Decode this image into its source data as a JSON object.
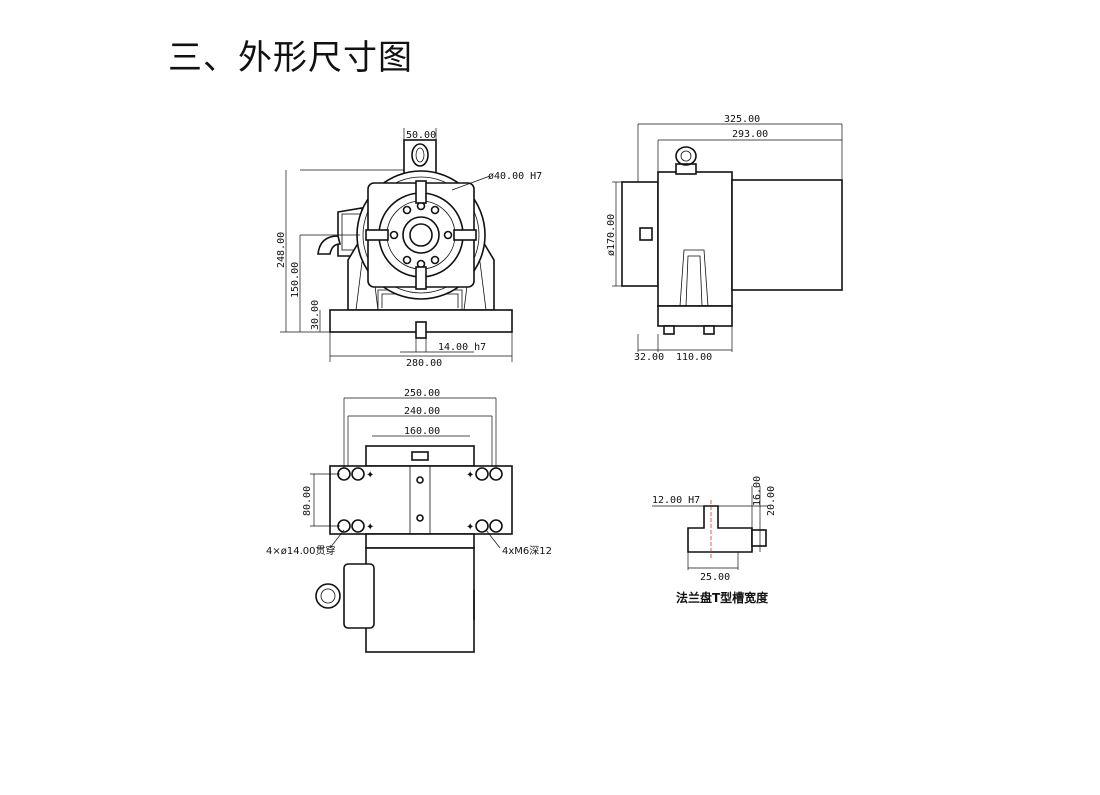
{
  "title": "三、外形尺寸图",
  "front_view": {
    "dims": {
      "eyelet_width": "50.00",
      "bore": "ø40.00 H7",
      "total_height": "248.00",
      "center_height": "150.00",
      "base_height": "30.00",
      "key_width": "14.00 h7",
      "base_width": "280.00"
    }
  },
  "side_view": {
    "dims": {
      "total_length": "325.00",
      "body_length": "293.00",
      "flange_dia": "ø170.00",
      "flange_thickness": "32.00",
      "base_length": "110.00"
    }
  },
  "top_view": {
    "dims": {
      "hole_span_outer": "250.00",
      "hole_span_inner": "240.00",
      "slot_width": "160.00",
      "hole_pitch": "80.00"
    },
    "notes": {
      "through_holes": "4×ø14.00贯穿",
      "tapped_holes": "4xM6深12"
    }
  },
  "t_slot": {
    "dims": {
      "slot_width": "12.00 H7",
      "slot_depth": "16.00",
      "total_depth": "20.00",
      "head_width": "25.00"
    },
    "caption": "法兰盘T型槽宽度"
  }
}
